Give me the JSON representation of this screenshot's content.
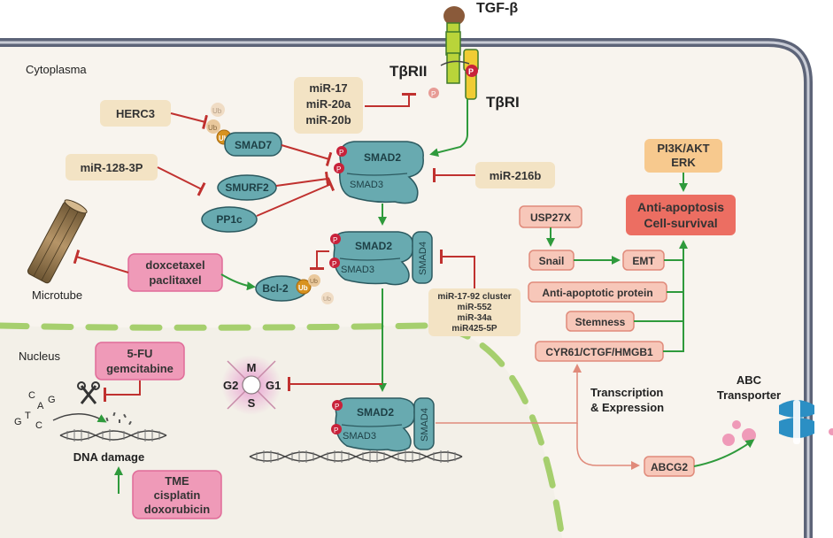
{
  "labels": {
    "tgf_beta": "TGF-β",
    "tbrii": "TβRII",
    "tbri": "TβRI",
    "cytoplasma": "Cytoplasma",
    "nucleus": "Nucleus",
    "microtube": "Microtube",
    "dna_damage": "DNA damage",
    "transcription": "Transcription",
    "expression": "& Expression",
    "abc_1": "ABC",
    "abc_2": "Transporter",
    "p": "P",
    "ub": "Ub"
  },
  "boxes": {
    "herc3": "HERC3",
    "mir_17_group": [
      "miR-17",
      "miR-20a",
      "miR-20b"
    ],
    "mir_128": "miR-128-3P",
    "mir_216b": "miR-216b",
    "mir_cluster": [
      "miR-17-92 cluster",
      "miR-552",
      "miR-34a",
      "miR425-5P"
    ],
    "pi3k": [
      "PI3K/AKT",
      "ERK"
    ],
    "usp27x": "USP27X",
    "snail": "Snail",
    "emt": "EMT",
    "anti_apoptotic_protein": "Anti-apoptotic protein",
    "stemness": "Stemness",
    "cyr61": "CYR61/CTGF/HMGB1",
    "abcg2": "ABCG2",
    "anti_apoptosis": [
      "Anti-apoptosis",
      "Cell-survival"
    ]
  },
  "drugs": {
    "taxanes": [
      "doxcetaxel",
      "paclitaxel"
    ],
    "fu": [
      "5-FU",
      "gemcitabine"
    ],
    "tme": [
      "TME",
      "cisplatin",
      "doxorubicin"
    ]
  },
  "proteins": {
    "smad7": "SMAD7",
    "smurf2": "SMURF2",
    "pp1c": "PP1c",
    "smad2": "SMAD2",
    "smad3": "SMAD3",
    "smad4": "SMAD4",
    "bcl2": "Bcl-2"
  },
  "cell_cycle": {
    "m": "M",
    "g1": "G1",
    "s": "S",
    "g2": "G2"
  },
  "dna_bases": [
    "C",
    "A",
    "G",
    "G",
    "T",
    "C"
  ],
  "colors": {
    "membrane": "#5d6478",
    "cytoplasm": "#f8f4ee",
    "nuclear_envelope": "#a6cf6e",
    "activation": "#2f9a3c",
    "inhibition": "#c0312f",
    "transcription": "#e08a7a",
    "tan_box": "#f3e3c4",
    "pink_box": "#ef9ab8",
    "salmon_box": "#f7c7b9",
    "smad_fill": "#68aab0"
  }
}
